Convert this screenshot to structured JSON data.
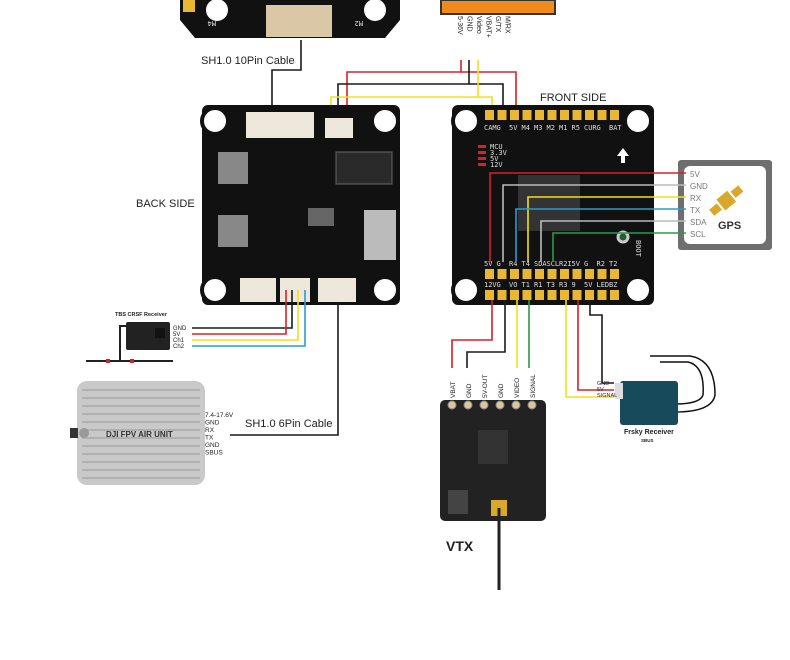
{
  "esc": {
    "m4": "M4",
    "m2": "M2"
  },
  "air_unit_top_pins": [
    "5-36V",
    "GND",
    "Video",
    "VBAT+",
    "G/TX",
    "M/RX"
  ],
  "cables": {
    "ten_pin": "SH1.0 10Pin Cable",
    "six_pin": "SH1.0 6Pin Cable"
  },
  "back_side": {
    "label": "BACK SIDE"
  },
  "front_side": {
    "label": "FRONT SIDE",
    "top_pads": [
      "CAM",
      "G",
      "5V",
      "M4",
      "M3",
      "M2",
      "M1",
      "R5",
      "CUR",
      "G",
      "BAT"
    ],
    "bottom_pads_upper": [
      "5V",
      "G",
      "R4",
      "T4",
      "SDA",
      "SCL",
      "R2I",
      "5V",
      "G",
      "R2",
      "T2"
    ],
    "bottom_pads_lower": [
      "12V",
      "G",
      "VO",
      "T1",
      "R1",
      "T3",
      "R3",
      "9",
      "5V",
      "LED",
      "BZ"
    ],
    "leds": [
      "MCU",
      "3.3V",
      "5V",
      "12V"
    ],
    "boot": "BOOT"
  },
  "gps": {
    "title": "GPS",
    "pins": [
      "5V",
      "GND",
      "RX",
      "TX",
      "SDA",
      "SCL"
    ]
  },
  "tbs": {
    "title": "TBS CRSF Receiver",
    "pins": [
      "GND",
      "5V",
      "Ch1",
      "Ch2"
    ]
  },
  "dji": {
    "title": "DJI FPV AIR UNIT",
    "pins": [
      "7.4-17.6V",
      "GND",
      "RX",
      "TX",
      "GND",
      "SBUS"
    ]
  },
  "vtx": {
    "title": "VTX",
    "pins": [
      "VBAT",
      "GND",
      "5V-OUT",
      "GND",
      "VIDEO",
      "SIGNAL"
    ]
  },
  "frsky": {
    "title": "Frsky Receiver",
    "subtitle": "SBUS",
    "pins": [
      "GND",
      "5V",
      "SIGNAL"
    ]
  },
  "colors": {
    "red": "#d8202a",
    "black": "#1a1a1a",
    "yellow": "#f2e01a",
    "blue": "#2a9ad6",
    "green": "#2a9a4a",
    "gray": "#bbbbbb",
    "board": "#111111",
    "pad": "#e8b733",
    "orange": "#f08a1c"
  }
}
